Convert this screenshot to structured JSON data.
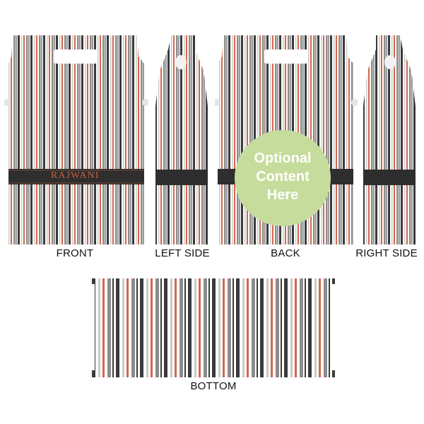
{
  "product": {
    "personalization_text": "RAJWANI",
    "optional_content_text": [
      "Optional",
      "Content",
      "Here"
    ]
  },
  "panels": {
    "front": "FRONT",
    "left_side": "LEFT SIDE",
    "back": "BACK",
    "right_side": "RIGHT SIDE",
    "bottom": "BOTTOM"
  },
  "colors": {
    "stripe_dark": "#3a3a3a",
    "stripe_gray": "#8c8c8c",
    "stripe_light": "#c9c9c9",
    "stripe_orange": "#d2674a",
    "band": "#2e2e2e",
    "band_text": "#c0603e",
    "circle_fill": "#c5dc9c",
    "circle_text": "#ffffff",
    "background": "#ffffff"
  }
}
